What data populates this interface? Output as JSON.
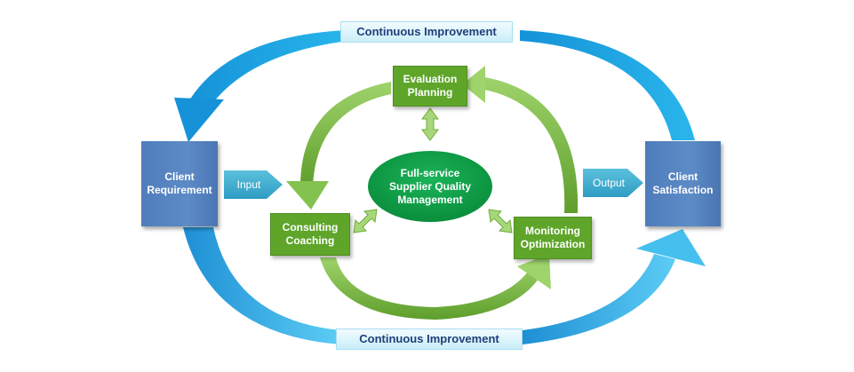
{
  "improvement_top": "Continuous Improvement",
  "improvement_bottom": "Continuous Improvement",
  "client_requirement": "Client\nRequirement",
  "client_satisfaction": "Client\nSatisfaction",
  "input_label": "Input",
  "output_label": "Output",
  "center_label": "Full-service\nSupplier Quality\nManagement",
  "evaluation_planning": "Evaluation\nPlanning",
  "consulting_coaching": "Consulting\nCoaching",
  "monitoring_optimization": "Monitoring\nOptimization",
  "colors": {
    "outer_arrow": "#1aa3e0",
    "inner_arrow": "#7cc14a",
    "box_blue": "#5683c0",
    "box_green": "#5ea52a",
    "ellipse": "#12a14a"
  }
}
